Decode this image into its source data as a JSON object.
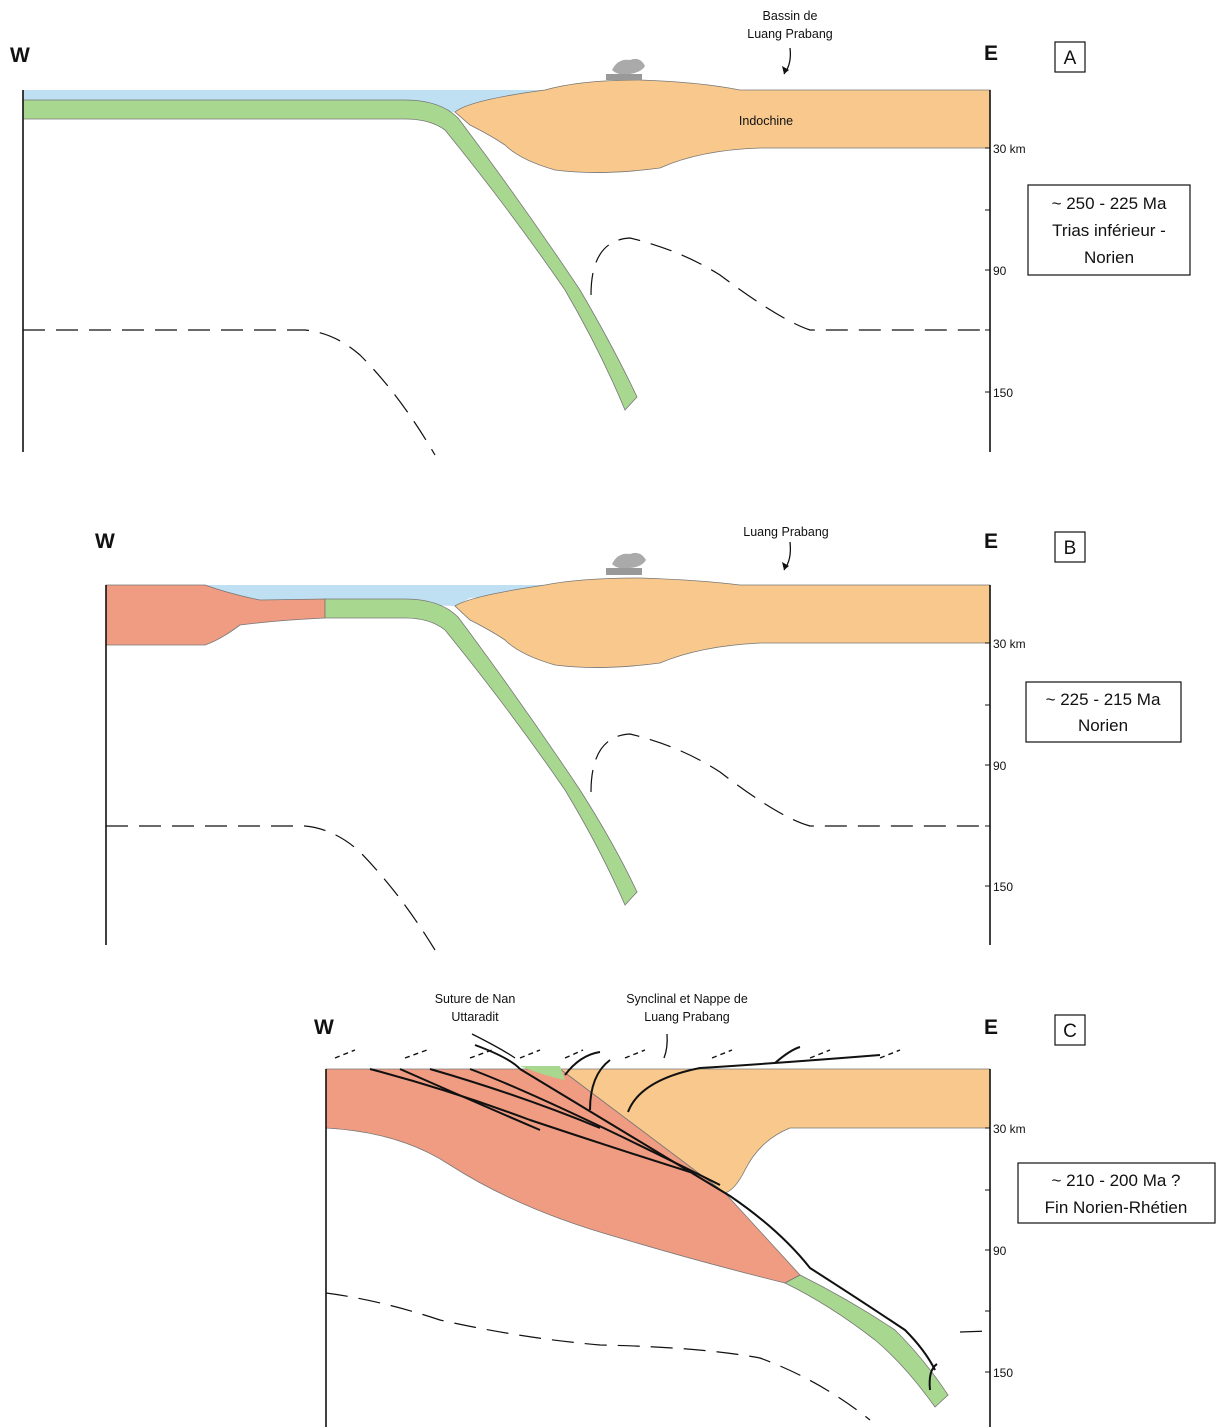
{
  "colors": {
    "ocean": "#bfe0f2",
    "oceanic_plate": "#a8d890",
    "indochine": "#f8c88c",
    "west_block": "#ef9c82",
    "outline": "#555555"
  },
  "panels": [
    {
      "letter": "A",
      "west": "W",
      "east": "E",
      "ticks": [
        "30 km",
        "90",
        "150"
      ],
      "age_lines": [
        "~ 250 - 225 Ma",
        "Trias inférieur -",
        "Norien"
      ],
      "labels": {
        "basin_1": "Bassin de",
        "basin_2": "Luang Prabang",
        "indochine": "Indochine"
      }
    },
    {
      "letter": "B",
      "west": "W",
      "east": "E",
      "ticks": [
        "30 km",
        "90",
        "150"
      ],
      "age_lines": [
        "~ 225 - 215 Ma",
        "Norien"
      ],
      "labels": {
        "basin_1": "Luang Prabang"
      }
    },
    {
      "letter": "C",
      "west": "W",
      "east": "E",
      "ticks": [
        "30 km",
        "90",
        "150"
      ],
      "age_lines": [
        "~ 210 - 200 Ma ?",
        "Fin Norien-Rhétien"
      ],
      "labels": {
        "suture_1": "Suture de Nan",
        "suture_2": "Uttaradit",
        "syncline_1": "Synclinal et Nappe de",
        "syncline_2": "Luang Prabang"
      }
    }
  ]
}
